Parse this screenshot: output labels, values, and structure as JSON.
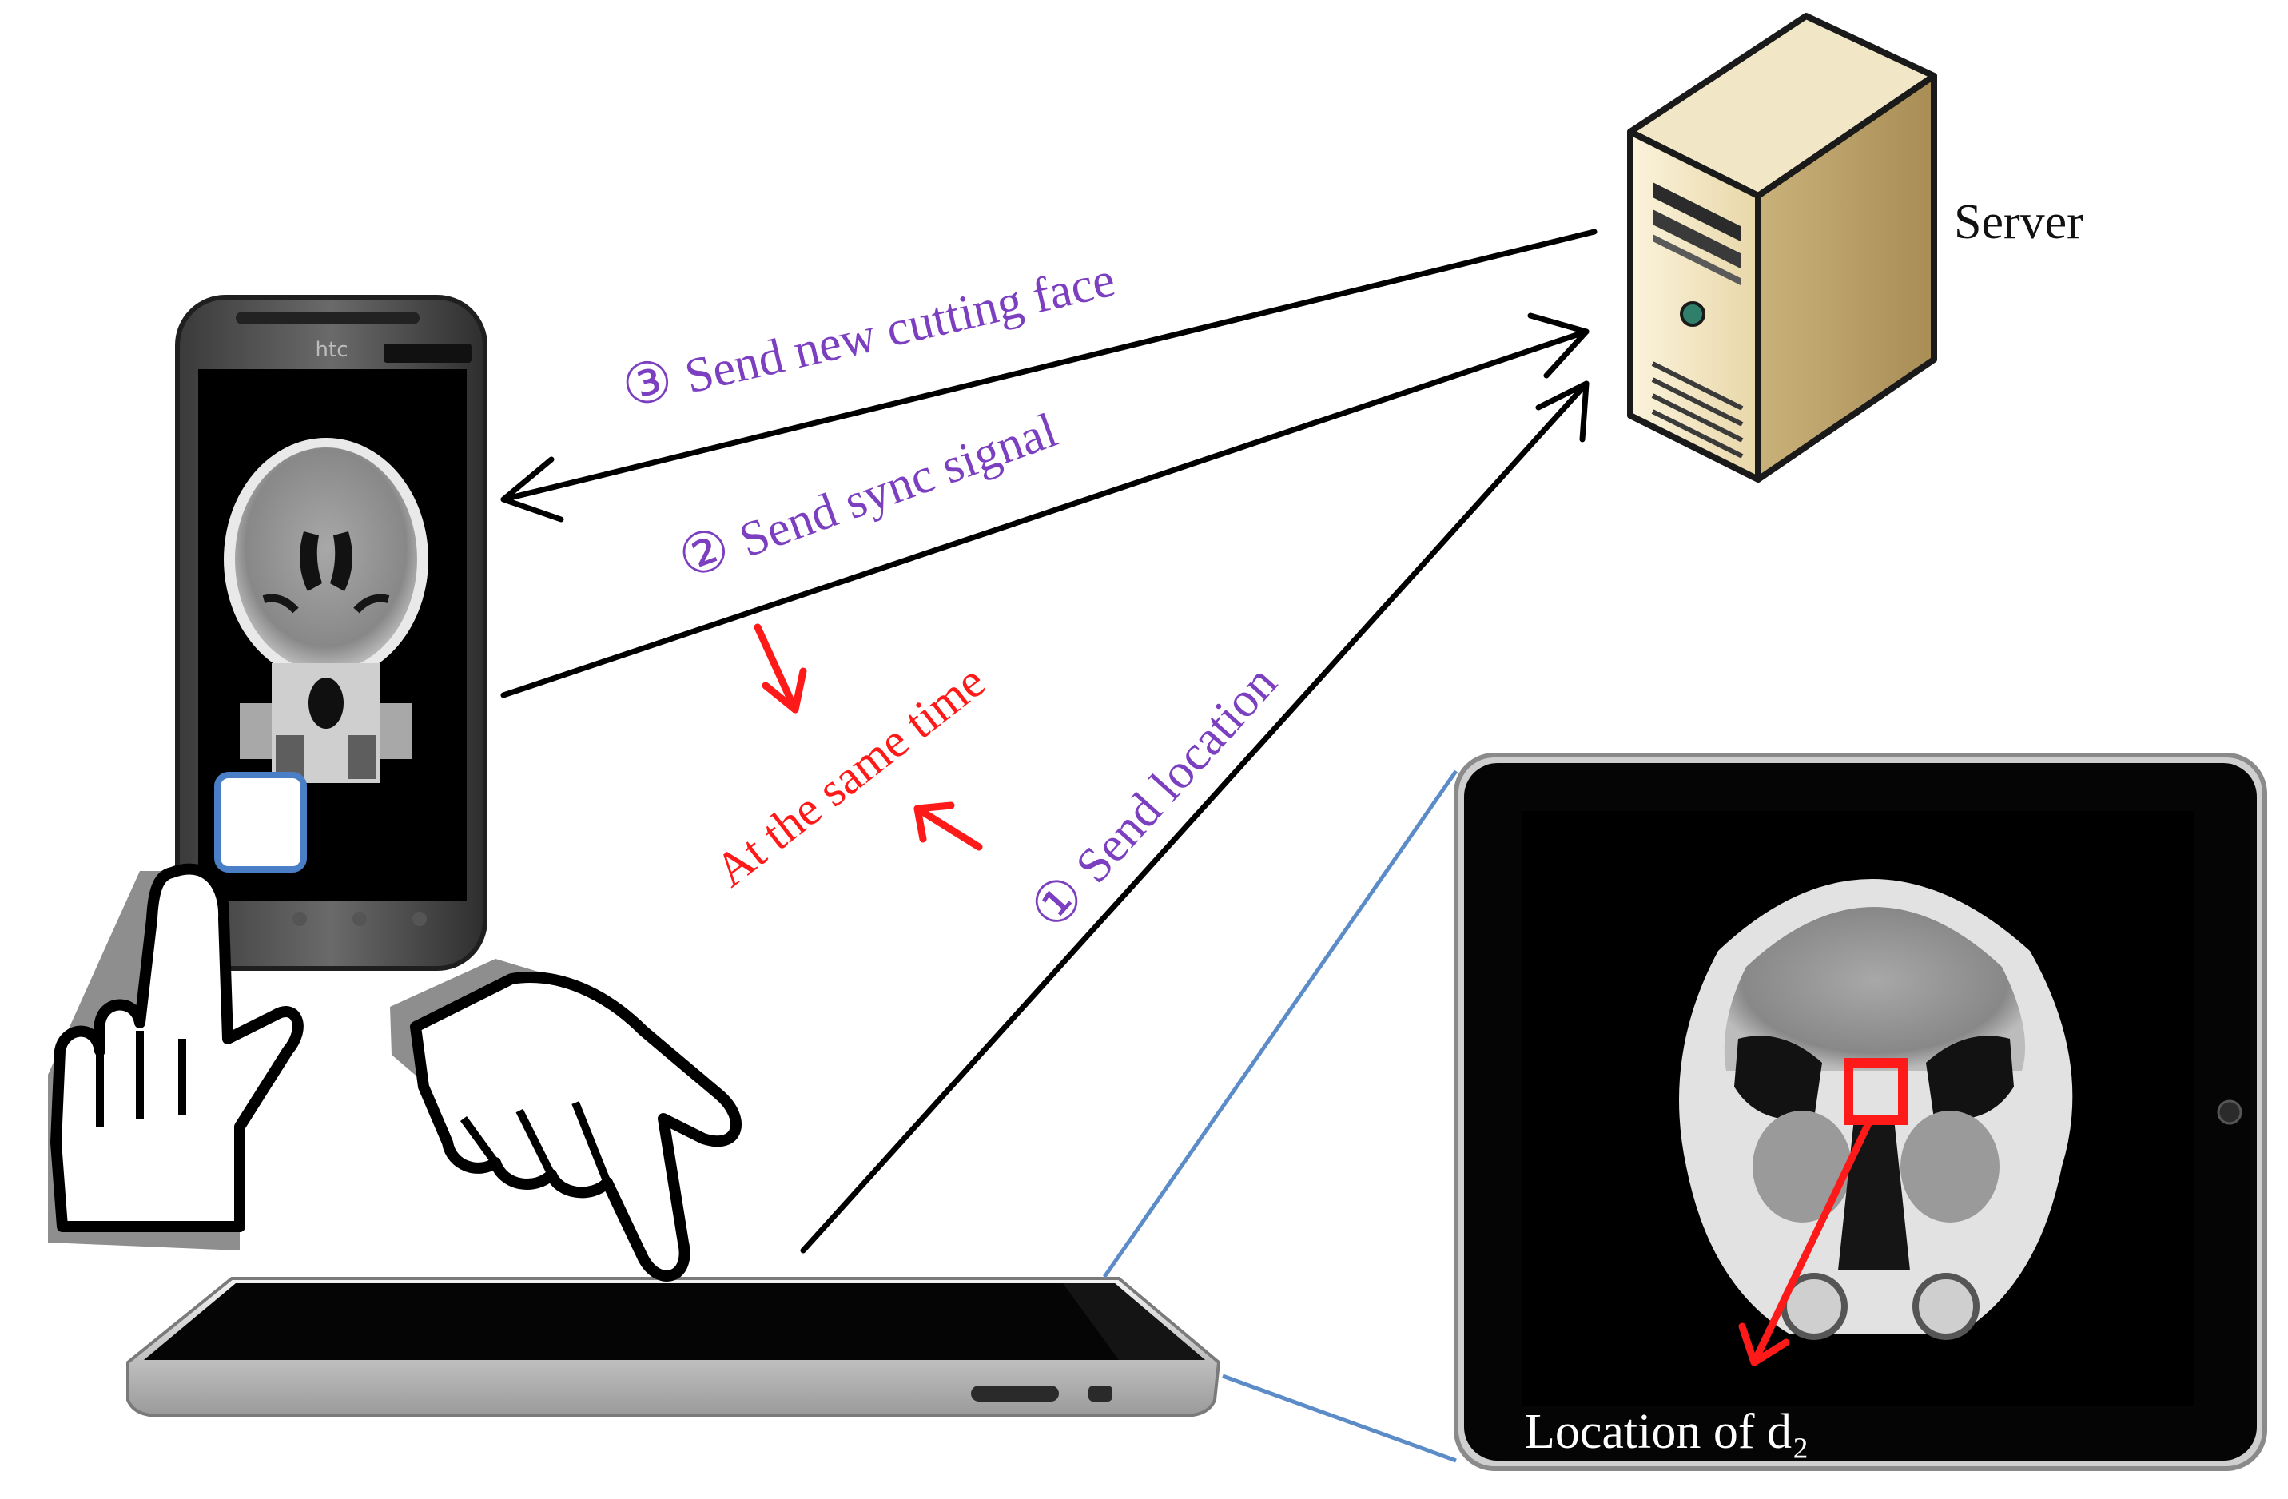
{
  "server": {
    "label": "Server"
  },
  "steps": [
    {
      "number": "①",
      "label": "Send location"
    },
    {
      "number": "②",
      "label": "Send sync signal"
    },
    {
      "number": "③",
      "label": "Send new cutting face"
    }
  ],
  "sync_note": "At the same time",
  "tablet_view": {
    "caption": "Location of d₂"
  },
  "phone": {
    "brand": "htc"
  },
  "colors": {
    "step_text": "#7B3FBF",
    "highlight": "#FF1A1A",
    "connector": "#5B8CC8",
    "arrow": "#000000"
  },
  "icons": [
    "server-icon",
    "smartphone-icon",
    "tablet-icon",
    "pointing-hand-icon",
    "ct-scan-image"
  ]
}
